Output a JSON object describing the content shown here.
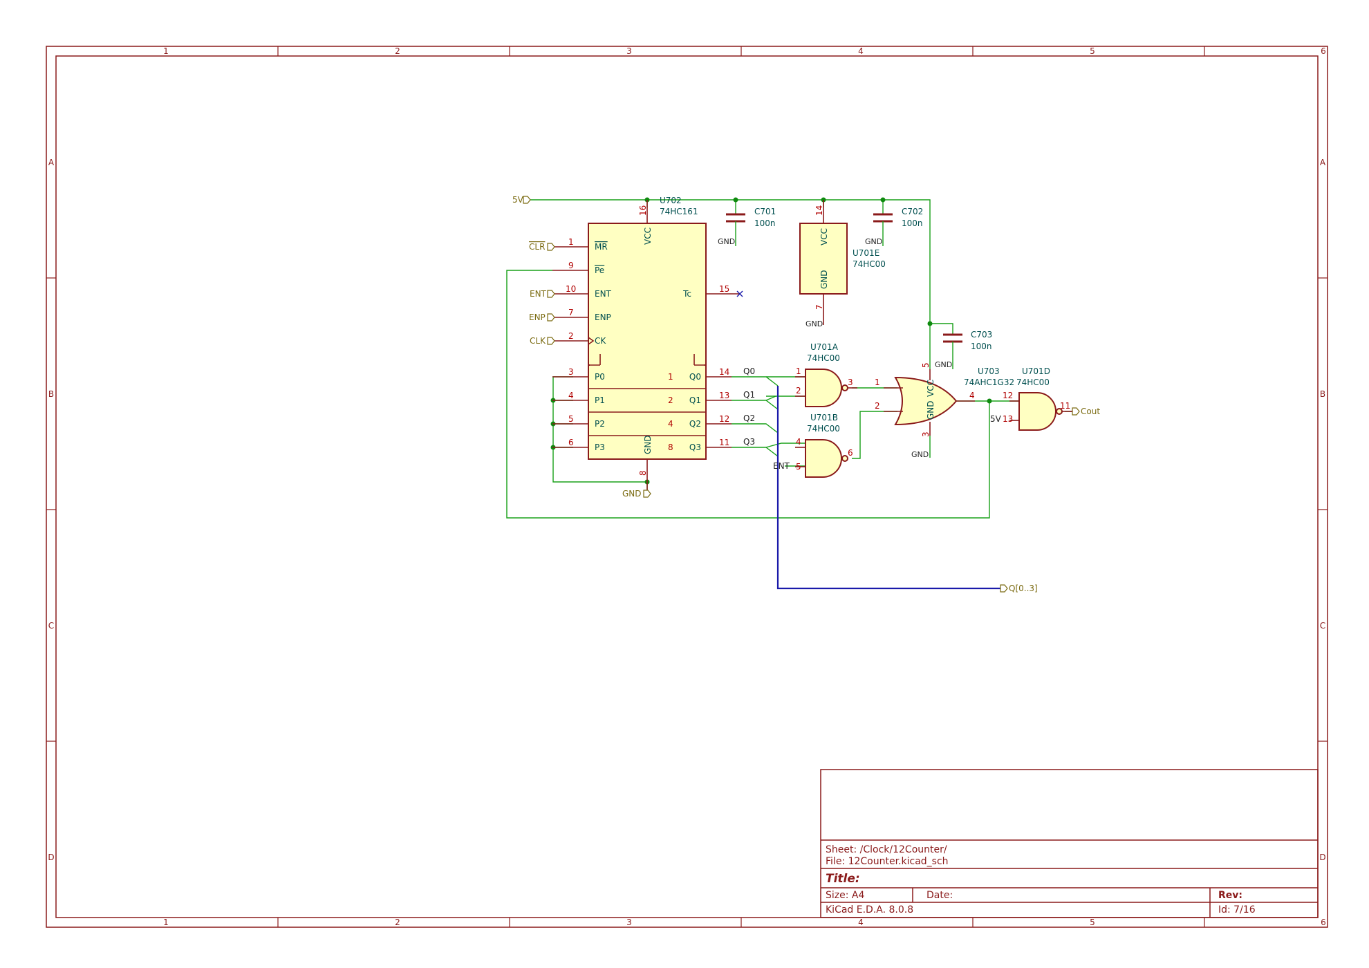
{
  "border": {
    "columns": [
      "1",
      "2",
      "3",
      "4",
      "5",
      "6"
    ],
    "rows": [
      "A",
      "B",
      "C",
      "D"
    ]
  },
  "title_block": {
    "sheet": "Sheet: /Clock/12Counter/",
    "file": "File: 12Counter.kicad_sch",
    "title": "Title:",
    "size": "Size: A4",
    "date": "Date:",
    "rev": "Rev:",
    "tool": "KiCad E.D.A. 8.0.8",
    "id": "Id: 7/16"
  },
  "components": {
    "u702": {
      "ref": "U702",
      "value": "74HC161"
    },
    "u701e": {
      "ref": "U701E",
      "value": "74HC00"
    },
    "u701a": {
      "ref": "U701A",
      "value": "74HC00"
    },
    "u701b": {
      "ref": "U701B",
      "value": "74HC00"
    },
    "u701d": {
      "ref": "U701D",
      "value": "74HC00"
    },
    "u703": {
      "ref": "U703",
      "value": "74AHC1G32"
    },
    "c701": {
      "ref": "C701",
      "value": "100n"
    },
    "c702": {
      "ref": "C702",
      "value": "100n"
    },
    "c703": {
      "ref": "C703",
      "value": "100n"
    }
  },
  "u702_pins": {
    "mr": {
      "num": "1",
      "name": "MR"
    },
    "pe": {
      "num": "9",
      "name": "Pe"
    },
    "ent": {
      "num": "10",
      "name": "ENT"
    },
    "enp": {
      "num": "7",
      "name": "ENP"
    },
    "ck": {
      "num": "2",
      "name": "CK"
    },
    "tc": {
      "num": "15",
      "name": "Tc"
    },
    "vcc": {
      "num": "16",
      "name": "VCC"
    },
    "gnd": {
      "num": "8",
      "name": "GND"
    },
    "p0": {
      "num": "3",
      "name": "P0"
    },
    "p1": {
      "num": "4",
      "name": "P1"
    },
    "p2": {
      "num": "5",
      "name": "P2"
    },
    "p3": {
      "num": "6",
      "name": "P3"
    },
    "q0": {
      "num": "14",
      "name": "Q0",
      "inner": "1"
    },
    "q1": {
      "num": "13",
      "name": "Q1",
      "inner": "2"
    },
    "q2": {
      "num": "12",
      "name": "Q2",
      "inner": "4"
    },
    "q3": {
      "num": "11",
      "name": "Q3",
      "inner": "8"
    }
  },
  "u701e_pins": {
    "vcc_num": "14",
    "vcc_name": "VCC",
    "gnd_num": "7",
    "gnd_name": "GND"
  },
  "u701a_pins": {
    "in1": "1",
    "in2": "2",
    "out": "3"
  },
  "u701b_pins": {
    "in1": "4",
    "in2": "5",
    "out": "6"
  },
  "u701d_pins": {
    "in1": "12",
    "in2": "13",
    "out": "11"
  },
  "u703_pins": {
    "in1": "1",
    "in2": "2",
    "out": "4",
    "vcc_num": "5",
    "vcc_name": "VCC",
    "gnd_num": "3",
    "gnd_name": "GND"
  },
  "net_labels": {
    "q0": "Q0",
    "q1": "Q1",
    "q2": "Q2",
    "q3": "Q3",
    "ent_b": "ENT",
    "v5_d": "5V"
  },
  "ports": {
    "v5": "5V",
    "clr": "CLR",
    "ent": "ENT",
    "enp": "ENP",
    "clk": "CLK",
    "gnd": "GND",
    "cout": "Cout",
    "qbus": "Q[0..3]"
  },
  "power": {
    "gnd_c701": "GND",
    "gnd_c702": "GND",
    "gnd_u701e": "GND",
    "gnd_c703": "GND",
    "gnd_u703": "GND"
  }
}
